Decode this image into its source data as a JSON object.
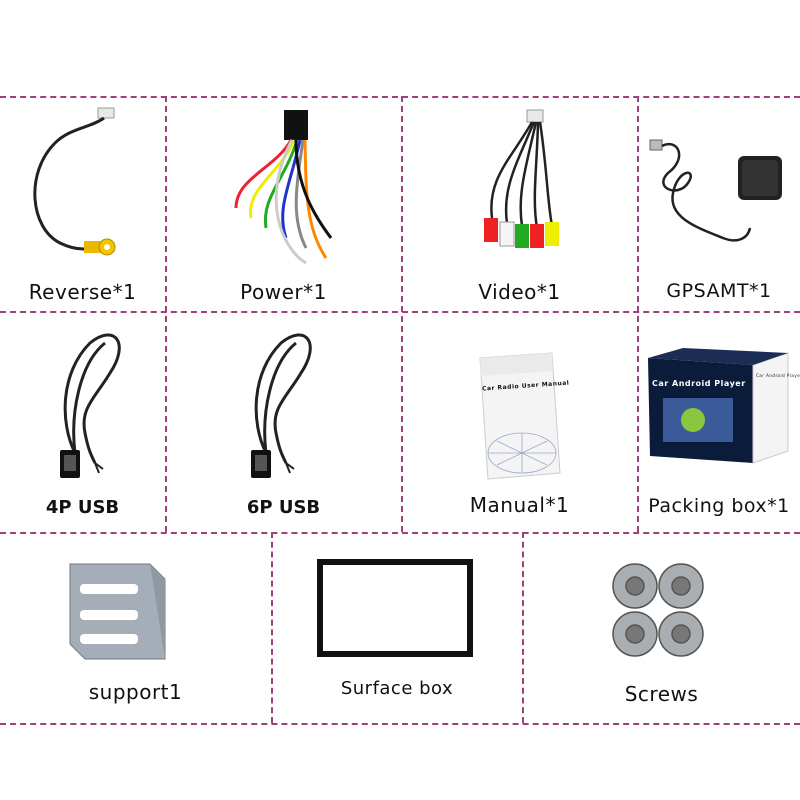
{
  "items": [
    {
      "label": "Reverse*1",
      "icon": "reverse-camera-cable-icon"
    },
    {
      "label": "Power*1",
      "icon": "power-harness-icon"
    },
    {
      "label": "Video*1",
      "icon": "video-rca-cable-icon"
    },
    {
      "label": "GPSAMT*1",
      "icon": "gps-antenna-icon"
    },
    {
      "label": "4P USB",
      "icon": "usb-4p-cable-icon"
    },
    {
      "label": "6P USB",
      "icon": "usb-6p-cable-icon"
    },
    {
      "label": "Manual*1",
      "icon": "manual-booklet-icon"
    },
    {
      "label": "Packing box*1",
      "icon": "packing-box-icon"
    },
    {
      "label": "support1",
      "icon": "support-bracket-icon"
    },
    {
      "label": "Surface box",
      "icon": "surface-frame-icon"
    },
    {
      "label": "Screws",
      "icon": "screws-icon"
    }
  ],
  "manual_cover_title": "Car Radio User Manual",
  "box_title": "Car Android Player",
  "box_side_text": "Car Android Player",
  "colors": {
    "divider": "#a0407a"
  }
}
